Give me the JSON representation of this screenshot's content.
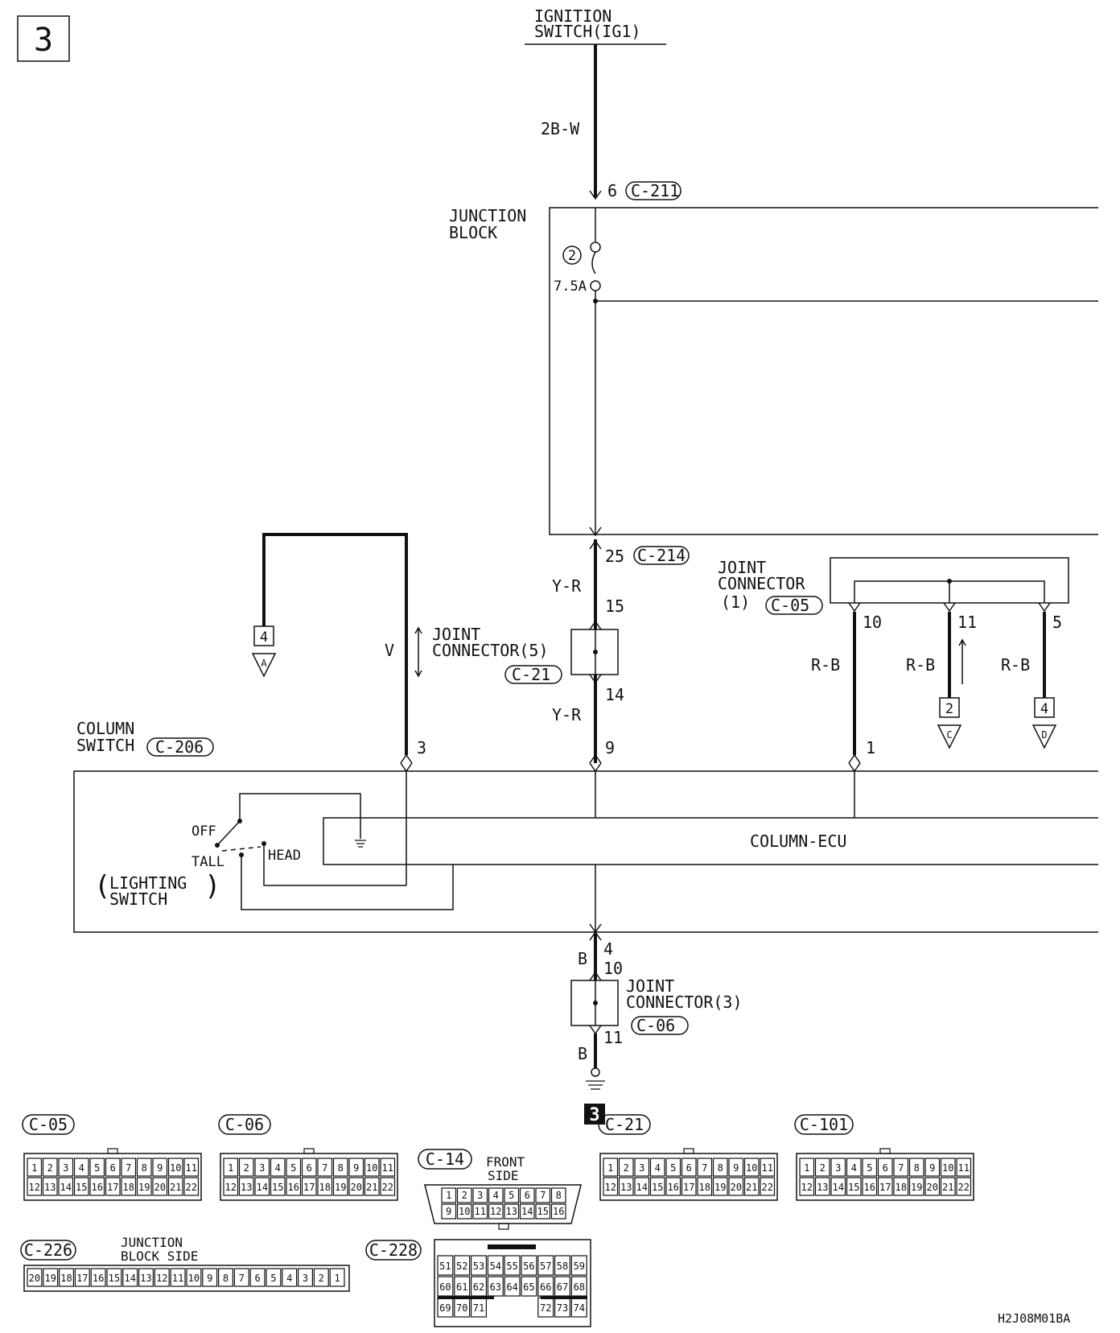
{
  "page_number": "3",
  "ground_marker": "3",
  "diagram_code": "H2J08M01BA",
  "ignition": {
    "line1": "IGNITION",
    "line2": "SWITCH(IG1)",
    "wire": "2B-W"
  },
  "c211": {
    "pin": "6",
    "name": "C-211"
  },
  "junction_block": {
    "line1": "JUNCTION",
    "line2": "BLOCK",
    "fuse_no": "2",
    "fuse_rating": "7.5A"
  },
  "c214": {
    "pin": "25",
    "name": "C-214"
  },
  "wire_yr": "Y-R",
  "jc5": {
    "line1": "JOINT",
    "line2": "CONNECTOR(5)",
    "name": "C-21",
    "pin_in": "15",
    "pin_out": "14"
  },
  "wire_v": "V",
  "terminal_a": {
    "num": "4",
    "letter": "A"
  },
  "jc1": {
    "line1": "JOINT",
    "line2": "CONNECTOR",
    "line3": "(1)",
    "name": "C-05",
    "pins": [
      "10",
      "11",
      "5"
    ]
  },
  "wire_rb": "R-B",
  "terminal_c": {
    "num": "2",
    "letter": "C"
  },
  "terminal_d": {
    "num": "4",
    "letter": "D"
  },
  "column_switch": {
    "line1": "COLUMN",
    "line2": "SWITCH",
    "name": "C-206",
    "pins": [
      "3",
      "9",
      "1"
    ]
  },
  "ecu_label": "COLUMN-ECU",
  "lighting": {
    "off": "OFF",
    "tall": "TALL",
    "head": "HEAD",
    "line1": "LIGHTING",
    "line2": "SWITCH"
  },
  "wire_b": "B",
  "jc3": {
    "line1": "JOINT",
    "line2": "CONNECTOR(3)",
    "name": "C-06",
    "pins": [
      "4",
      "10",
      "11"
    ]
  },
  "connectors": [
    {
      "name": "C-05",
      "row1": [
        "1",
        "2",
        "3",
        "4",
        "5",
        "6",
        "7",
        "8",
        "9",
        "10",
        "11"
      ],
      "row2": [
        "12",
        "13",
        "14",
        "15",
        "16",
        "17",
        "18",
        "19",
        "20",
        "21",
        "22"
      ]
    },
    {
      "name": "C-06",
      "row1": [
        "1",
        "2",
        "3",
        "4",
        "5",
        "6",
        "7",
        "8",
        "9",
        "10",
        "11"
      ],
      "row2": [
        "12",
        "13",
        "14",
        "15",
        "16",
        "17",
        "18",
        "19",
        "20",
        "21",
        "22"
      ]
    },
    {
      "name": "C-21",
      "row1": [
        "1",
        "2",
        "3",
        "4",
        "5",
        "6",
        "7",
        "8",
        "9",
        "10",
        "11"
      ],
      "row2": [
        "12",
        "13",
        "14",
        "15",
        "16",
        "17",
        "18",
        "19",
        "20",
        "21",
        "22"
      ]
    },
    {
      "name": "C-101",
      "row1": [
        "1",
        "2",
        "3",
        "4",
        "5",
        "6",
        "7",
        "8",
        "9",
        "10",
        "11"
      ],
      "row2": [
        "12",
        "13",
        "14",
        "15",
        "16",
        "17",
        "18",
        "19",
        "20",
        "21",
        "22"
      ]
    }
  ],
  "c14": {
    "name": "C-14",
    "side1": "FRONT",
    "side2": "SIDE",
    "row1": [
      "1",
      "2",
      "3",
      "4",
      "5",
      "6",
      "7",
      "8"
    ],
    "row2": [
      "9",
      "10",
      "11",
      "12",
      "13",
      "14",
      "15",
      "16"
    ]
  },
  "c226": {
    "name": "C-226",
    "side1": "JUNCTION",
    "side2": "BLOCK SIDE",
    "pins": [
      "20",
      "19",
      "18",
      "17",
      "16",
      "15",
      "14",
      "13",
      "12",
      "11",
      "10",
      "9",
      "8",
      "7",
      "6",
      "5",
      "4",
      "3",
      "2",
      "1"
    ]
  },
  "c228": {
    "name": "C-228",
    "row1": [
      "51",
      "52",
      "53",
      "54",
      "55",
      "56",
      "57",
      "58",
      "59"
    ],
    "row2": [
      "60",
      "61",
      "62",
      "63",
      "64",
      "65",
      "66",
      "67",
      "68"
    ],
    "row3": [
      "69",
      "70",
      "71",
      "",
      "",
      "",
      "72",
      "73",
      "74"
    ]
  }
}
